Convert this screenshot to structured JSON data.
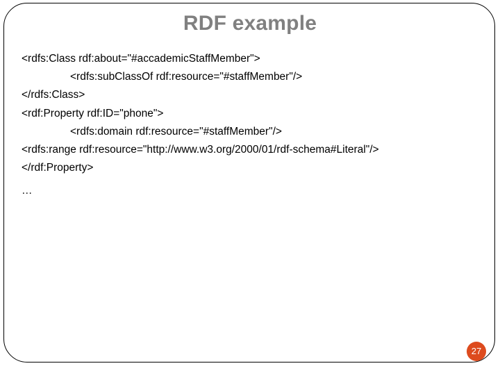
{
  "slide": {
    "title": "RDF example",
    "page_number": "27",
    "title_color": "#808080",
    "badge_color": "#DD4B1E",
    "badge_text_color": "#FFFFFF",
    "border_color": "#000000",
    "background_color": "#FFFFFF",
    "code_lines": [
      {
        "text": "<rdfs:Class rdf:about=\"#accademicStaffMember\">",
        "indent": 0
      },
      {
        "text": "<rdfs:subClassOf rdf:resource=\"#staffMember\"/>",
        "indent": 1
      },
      {
        "text": "</rdfs:Class>",
        "indent": 0
      },
      {
        "text": "<rdf:Property rdf:ID=\"phone\">",
        "indent": 0
      },
      {
        "text": "<rdfs:domain rdf:resource=\"#staffMember\"/>",
        "indent": 1
      },
      {
        "text": "<rdfs:range rdf:resource=\"http://www.w3.org/2000/01/rdf-schema#Literal\"/>",
        "indent": 1
      },
      {
        "text": "</rdf:Property>",
        "indent": 0
      },
      {
        "text": "…",
        "indent": 0
      }
    ]
  }
}
